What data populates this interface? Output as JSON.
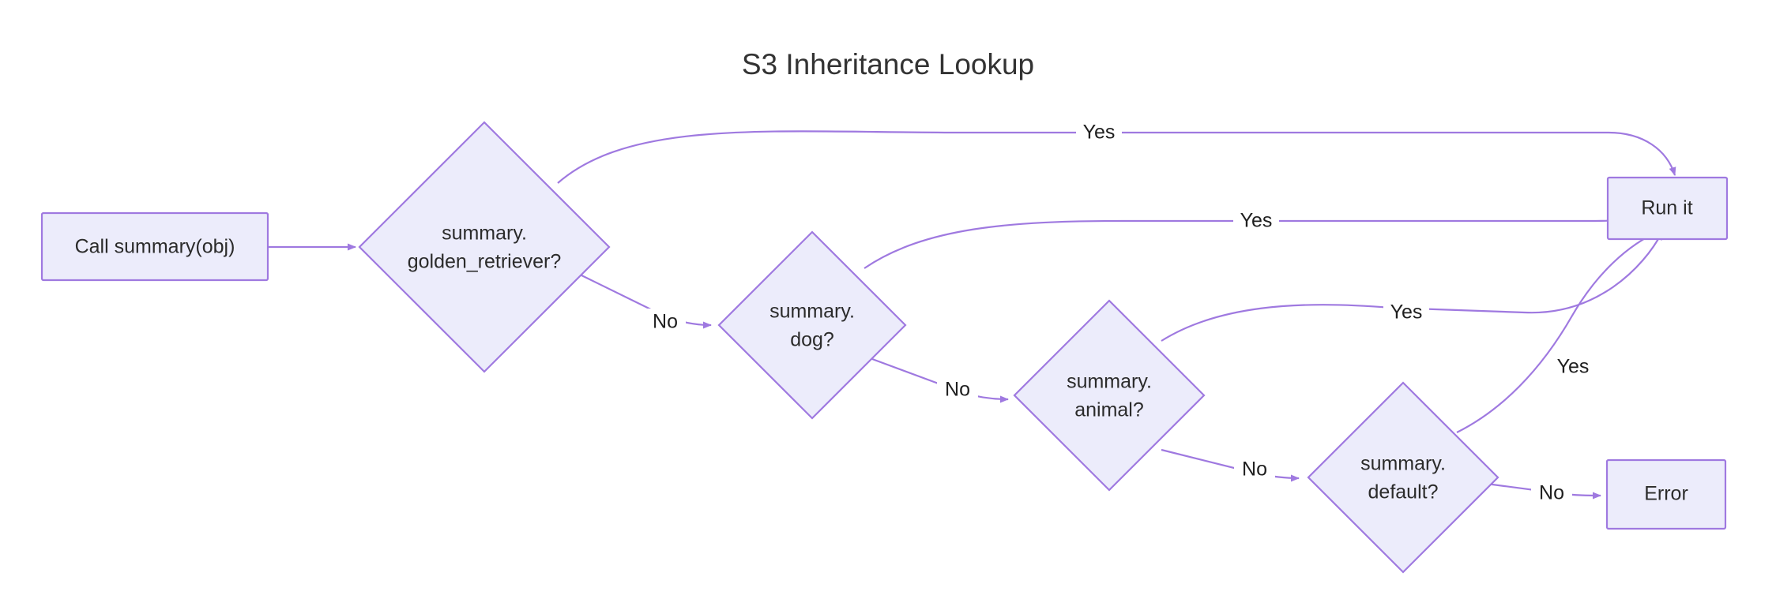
{
  "diagram": {
    "title": "S3 Inheritance Lookup",
    "type": "flowchart",
    "colors": {
      "node_fill": "#ececfb",
      "node_stroke": "#9f79e0",
      "edge_stroke": "#9f79e0",
      "text": "#2b2b2b",
      "title_text": "#333333",
      "background": "#ffffff"
    },
    "nodes": [
      {
        "id": "start",
        "shape": "rectangle",
        "label": "Call summary(obj)",
        "lines": [
          "Call summary(obj)"
        ]
      },
      {
        "id": "golden_retriever",
        "shape": "diamond",
        "label": "summary.golden_retriever?",
        "lines": [
          "summary.",
          "golden_retriever?"
        ]
      },
      {
        "id": "dog",
        "shape": "diamond",
        "label": "summary.dog?",
        "lines": [
          "summary.",
          "dog?"
        ]
      },
      {
        "id": "animal",
        "shape": "diamond",
        "label": "summary.animal?",
        "lines": [
          "summary.",
          "animal?"
        ]
      },
      {
        "id": "default",
        "shape": "diamond",
        "label": "summary.default?",
        "lines": [
          "summary.",
          "default?"
        ]
      },
      {
        "id": "run",
        "shape": "rectangle",
        "label": "Run it",
        "lines": [
          "Run it"
        ]
      },
      {
        "id": "error",
        "shape": "rectangle",
        "label": "Error",
        "lines": [
          "Error"
        ]
      }
    ],
    "edges": [
      {
        "id": "e-start-gr",
        "from": "start",
        "to": "golden_retriever",
        "label": ""
      },
      {
        "id": "e-gr-run",
        "from": "golden_retriever",
        "to": "run",
        "label": "Yes"
      },
      {
        "id": "e-gr-dog",
        "from": "golden_retriever",
        "to": "dog",
        "label": "No"
      },
      {
        "id": "e-dog-run",
        "from": "dog",
        "to": "run",
        "label": "Yes"
      },
      {
        "id": "e-dog-animal",
        "from": "dog",
        "to": "animal",
        "label": "No"
      },
      {
        "id": "e-animal-run",
        "from": "animal",
        "to": "run",
        "label": "Yes"
      },
      {
        "id": "e-animal-default",
        "from": "animal",
        "to": "default",
        "label": "No"
      },
      {
        "id": "e-default-run",
        "from": "default",
        "to": "run",
        "label": "Yes"
      },
      {
        "id": "e-default-error",
        "from": "default",
        "to": "error",
        "label": "No"
      }
    ]
  }
}
